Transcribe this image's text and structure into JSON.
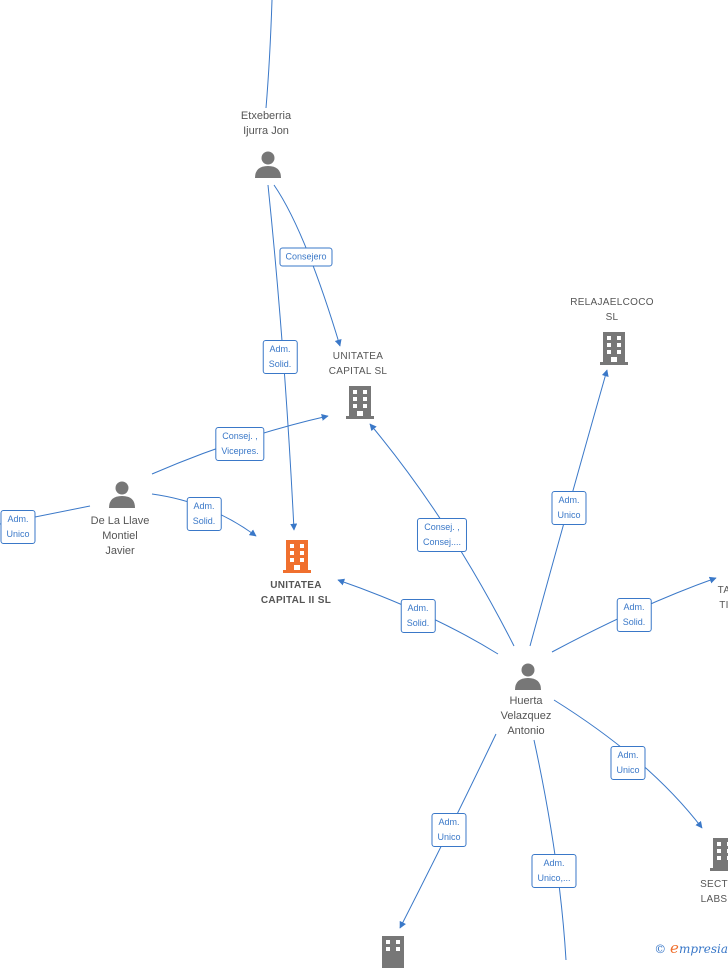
{
  "colors": {
    "edge": "#3a78c8",
    "person": "#777777",
    "company": "#777777",
    "focus_company": "#f0702e"
  },
  "nodes": {
    "etxeberria": {
      "label": "Etxeberria\nIjurra Jon",
      "icon": "person-icon"
    },
    "de_la_llave": {
      "label": "De La Llave\nMontiel\nJavier",
      "icon": "person-icon"
    },
    "huerta": {
      "label": "Huerta\nVelazquez\nAntonio",
      "icon": "person-icon"
    },
    "unitatea": {
      "label": "UNITATEA\nCAPITAL  SL",
      "icon": "building-icon"
    },
    "unitatea_ii": {
      "label": "UNITATEA\nCAPITAL II  SL",
      "icon": "building-icon"
    },
    "relajaelcoco": {
      "label": "RELAJAELCOCO\nSL",
      "icon": "building-icon"
    },
    "ta_partial": {
      "label": "TA\nTI",
      "icon": "building-icon"
    },
    "sect_partial": {
      "label": "SECT\nLABS",
      "icon": "building-icon"
    },
    "bottom_company": {
      "label": "",
      "icon": "building-icon"
    }
  },
  "edges": {
    "consejero": "Consejero",
    "adm_solid_etx": "Adm.\nSolid.",
    "consej_vicepres": "Consej. ,\nVicepres.",
    "adm_unico_left": "Adm.\nUnico",
    "adm_solid_llave": "Adm.\nSolid.",
    "consej_huerta": "Consej. ,\nConsej....",
    "adm_unico_relaj": "Adm.\nUnico",
    "adm_solid_huerta": "Adm.\nSolid.",
    "adm_solid_ta": "Adm.\nSolid.",
    "adm_unico_sect": "Adm.\nUnico",
    "adm_unico_bottom": "Adm.\nUnico",
    "adm_unico_more": "Adm.\nUnico,..."
  },
  "brand": {
    "copyright": "©",
    "e": "e",
    "name": "mpresia"
  }
}
